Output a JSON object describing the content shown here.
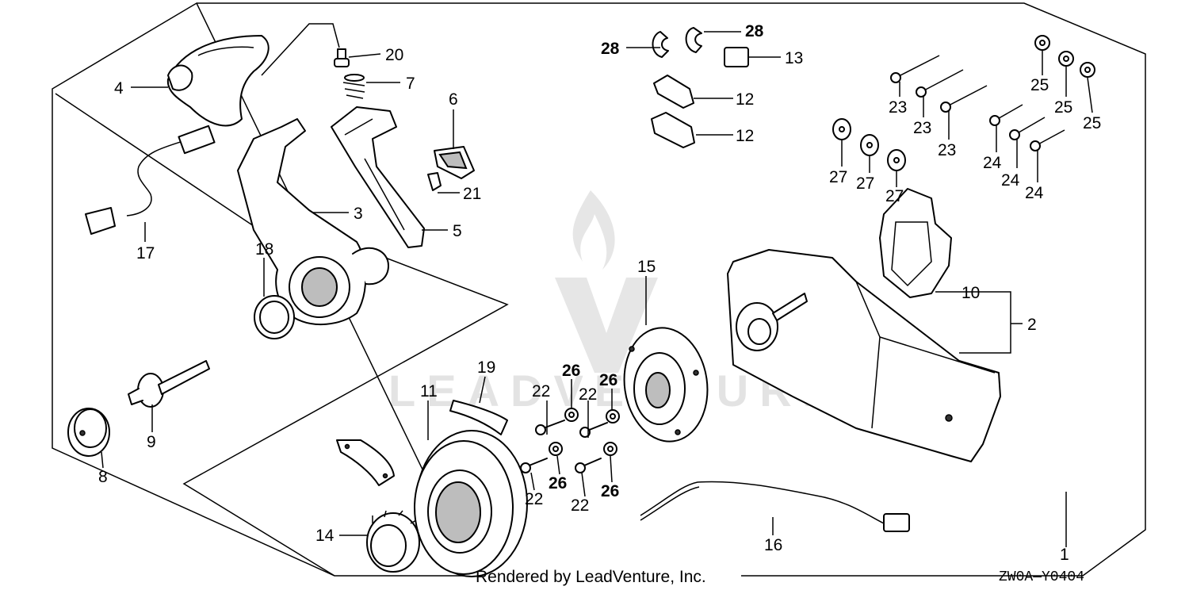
{
  "diagram": {
    "watermark": "LEADVENTURE",
    "footer_text": "Rendered by LeadVenture, Inc.",
    "diagram_code": "ZW0A—Y0404",
    "callouts": {
      "c1": "1",
      "c2": "2",
      "c3": "3",
      "c4": "4",
      "c5": "5",
      "c6": "6",
      "c7": "7",
      "c8": "8",
      "c9": "9",
      "c10": "10",
      "c11": "11",
      "c12a": "12",
      "c12b": "12",
      "c13": "13",
      "c14": "14",
      "c15": "15",
      "c16": "16",
      "c17": "17",
      "c18": "18",
      "c19": "19",
      "c20": "20",
      "c21": "21",
      "c22a": "22",
      "c22b": "22",
      "c22c": "22",
      "c22d": "22",
      "c23a": "23",
      "c23b": "23",
      "c23c": "23",
      "c24a": "24",
      "c24b": "24",
      "c24c": "24",
      "c25a": "25",
      "c25b": "25",
      "c25c": "25",
      "c26a": "26",
      "c26b": "26",
      "c26c": "26",
      "c26d": "26",
      "c27a": "27",
      "c27b": "27",
      "c27c": "27",
      "c28a": "28",
      "c28b": "28"
    }
  }
}
